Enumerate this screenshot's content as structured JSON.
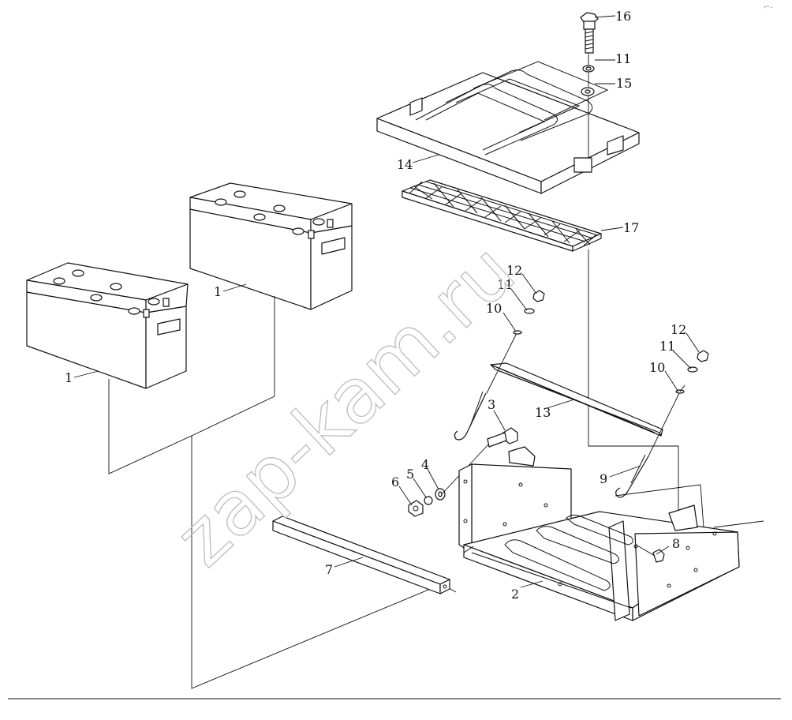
{
  "watermark": "zap-kam.ru",
  "colors": {
    "line": "#111111",
    "watermark": "#bdbdbd",
    "background": "#ffffff"
  },
  "callouts": {
    "c1a": "1",
    "c1b": "1",
    "c2": "2",
    "c3": "3",
    "c4": "4",
    "c5": "5",
    "c6": "6",
    "c7": "7",
    "c8": "8",
    "c9": "9",
    "c10a": "10",
    "c10b": "10",
    "c11a": "11",
    "c11b": "11",
    "c11c": "11",
    "c12a": "12",
    "c12b": "12",
    "c13": "13",
    "c14": "14",
    "c15": "15",
    "c16": "16",
    "c17": "17"
  }
}
